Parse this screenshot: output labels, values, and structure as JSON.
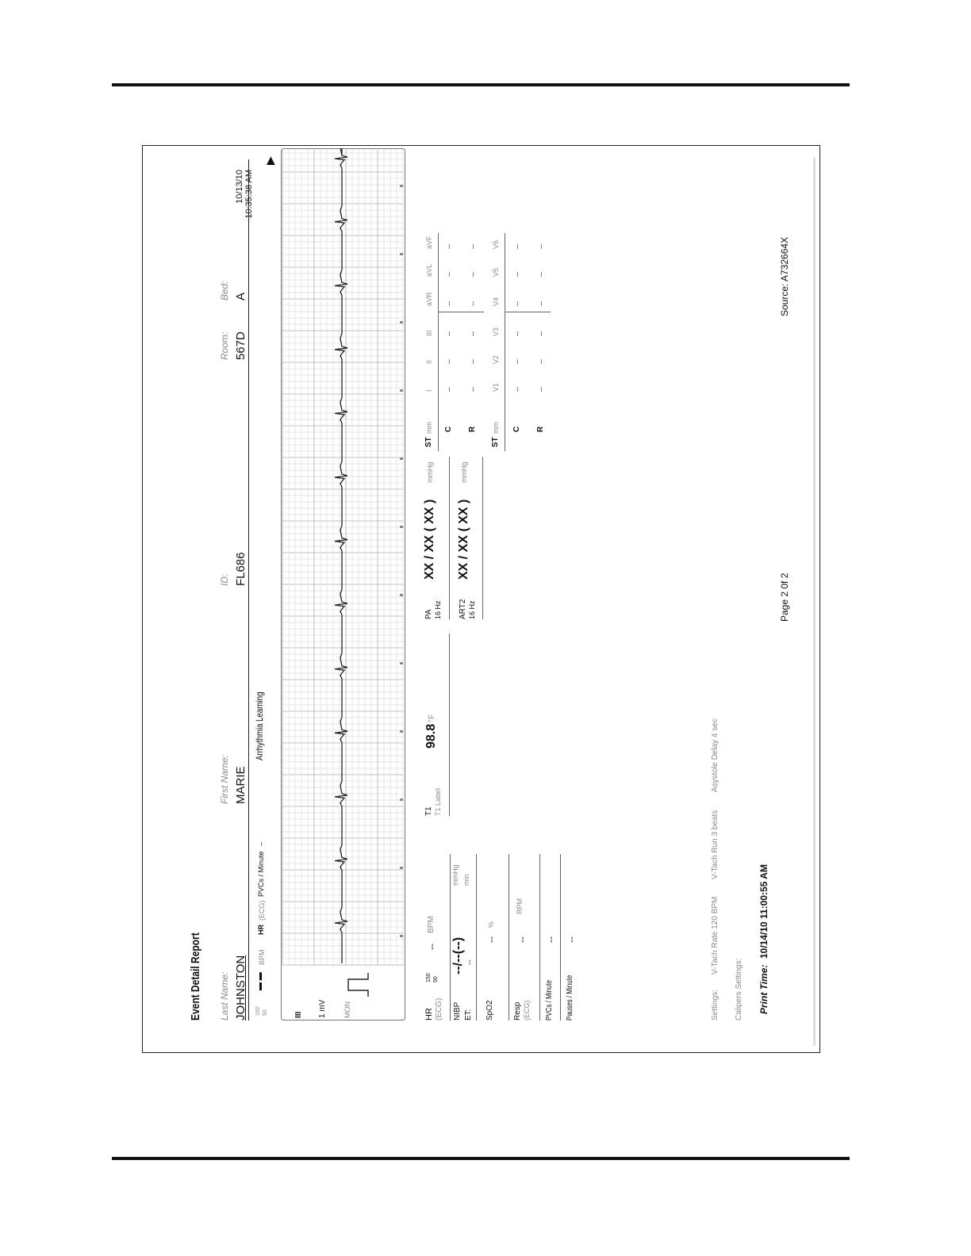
{
  "report": {
    "title": "Event Detail Report",
    "patient": {
      "last_name_label": "Last Name:",
      "last_name": "JOHNSTON",
      "first_name_label": "First Name:",
      "first_name": "MARIE",
      "id_label": "ID:",
      "id": "FL686",
      "room_label": "Room:",
      "room": "567D",
      "bed_label": "Bed:",
      "bed": "A"
    },
    "event_date": "10/13/10",
    "event_time": "10:35:38 AM",
    "event_name": "Arrhythmia Learning",
    "strip_header": {
      "scale_hi": "150",
      "scale_lo": "50",
      "dash": "▬ ▬",
      "bpm": "BPM",
      "hr": "HR",
      "ecg": "(ECG)",
      "pvcs": "PVCs / Minute",
      "pvcs_val": "_"
    },
    "strip_side": {
      "lead": "III",
      "gain": "1 mV",
      "mode": "MON"
    },
    "vitals": {
      "hr_label": "HR",
      "hr_sub": "(ECG)",
      "hr_hi": "150",
      "hr_lo": "50",
      "hr_value": "--",
      "hr_unit": "BPM",
      "nibp_label": "NIBP",
      "nibp_value": "--/--(--)",
      "nibp_unit": "mmHg",
      "et_label": "ET:",
      "et_value": "--",
      "et_unit": "min",
      "spo2_label": "SpO2",
      "spo2_value": "--",
      "spo2_unit": "%",
      "resp_label": "Resp",
      "resp_sub": "(ECG)",
      "resp_value": "--",
      "resp_unit": "RPM",
      "pvcs_label": "PVCs / Minute",
      "pvcs_value": "--",
      "pauses_label": "Pauses / Minute",
      "pauses_value": "--"
    },
    "temp": {
      "label": "T1",
      "sub": "T1 Label",
      "value": "98.8",
      "unit": "°F"
    },
    "pressures": [
      {
        "label": "PA",
        "filter": "16 Hz",
        "value": "XX / XX  ( XX )",
        "unit": "mmHg"
      },
      {
        "label": "ART2",
        "filter": "16 Hz",
        "value": "XX / XX  ( XX )",
        "unit": "mmHg"
      }
    ],
    "st": {
      "title": "ST",
      "unit": "mm",
      "row_c": "C",
      "row_r": "R",
      "leads1": [
        "I",
        "II",
        "III",
        "aVR",
        "aVL",
        "aVF"
      ],
      "leads2": [
        "V1",
        "V2",
        "V3",
        "V4",
        "V5",
        "V6"
      ],
      "value": "--"
    },
    "settings": {
      "label": "Settings:",
      "vtach_rate": "V-Tach Rate  120  BPM",
      "vtach_run": "V-Tach Run  3  beats",
      "asystole": "Asystole Delay  4 sec",
      "calipers": "Calipers Settings:"
    },
    "print_time_label": "Print Time:",
    "print_time": "10/14/10 11:00:55 AM",
    "page": "Page  2 0f  2",
    "source": "Source:  A732664X"
  },
  "ecg_strip": {
    "beat_times_fraction": [
      0.05,
      0.127,
      0.206,
      0.285,
      0.364,
      0.443,
      0.522,
      0.601,
      0.68,
      0.759,
      0.838,
      0.917,
      0.995
    ]
  }
}
